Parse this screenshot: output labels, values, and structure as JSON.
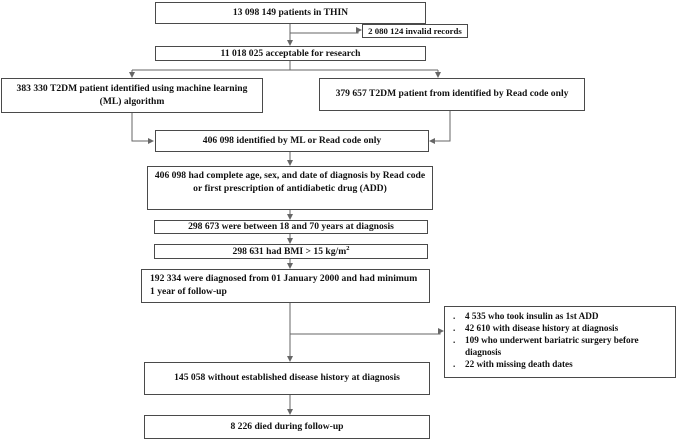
{
  "boxes": {
    "thin": "13 098 149  patients in THIN",
    "invalid": "2 080 124 invalid records",
    "acceptable": "11 018 025 acceptable for research",
    "ml": "383 330 T2DM patient identified using machine learning (ML) algorithm",
    "readcode": "379 657 T2DM patient from identified by Read code only",
    "combined": "406  098 identified by ML or Read code only",
    "complete": "406 098 had complete age, sex, and date of diagnosis by Read code or first prescription of antidiabetic drug (ADD)",
    "age": "298 673 were between 18 and 70 years at diagnosis",
    "bmi_prefix": "298 631 had BMI > 15 kg/m",
    "bmi_sup": "2",
    "followup": "192 334 were diagnosed from 01 January 2000 and had minimum  1 year of follow-up",
    "final": "145 058 without established disease history at diagnosis",
    "died": "8 226 died during follow-up"
  },
  "exclusions": {
    "bullet": ".",
    "items": [
      "4 535 who took insulin as 1st ADD",
      "42 610 with disease history at diagnosis",
      "109 who underwent bariatric surgery before diagnosis",
      "22 with missing death dates"
    ]
  },
  "colors": {
    "border": "#4a4a4a",
    "arrow": "#666666",
    "text": "#111111"
  }
}
